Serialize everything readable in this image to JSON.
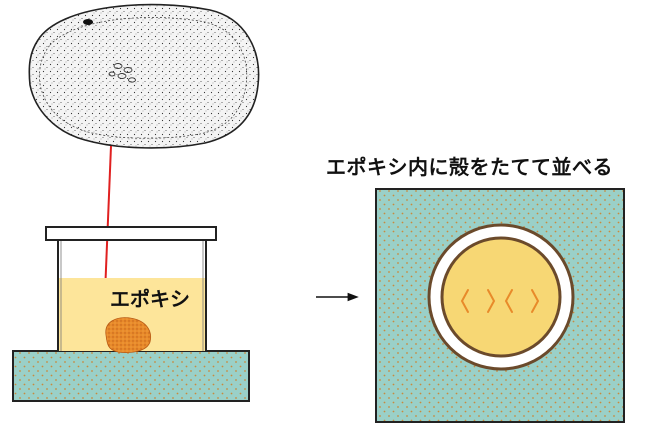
{
  "labels": {
    "title": "エポキシ内に殻をたてて並べる",
    "epoxy": "エポキシ"
  },
  "colors": {
    "teal": "#9ad0c8",
    "teal_dot": "#c98a3e",
    "epoxy_yellow": "#fde59a",
    "disc_yellow": "#f7d774",
    "rim_brown": "#6b4a2b",
    "sample_orange": "#e88a2a",
    "arrow_red": "#e02020"
  },
  "icons": {
    "shell": "bivalve-shell-drawing",
    "arrow": "right-arrow"
  }
}
